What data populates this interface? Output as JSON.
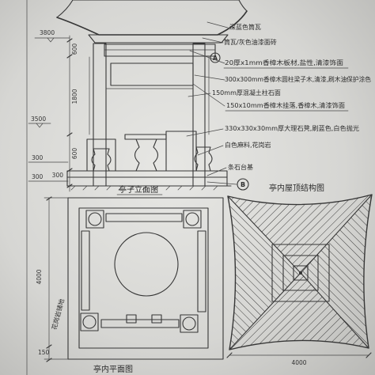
{
  "titles": {
    "elevation": "亭子立面图",
    "plan": "亭内平面图",
    "roof_plan": "亭内屋顶结构图"
  },
  "callouts": {
    "a": "A",
    "b": "B"
  },
  "notes": [
    "深蓝色筒瓦",
    "筒瓦/灰色油漆面砖",
    "20厚x1mm香樟木板材,盐性,清漆饰面",
    "300x300mm香樟木圆柱梁子木,清漆,刷木油保护涂色",
    "150mm厚混凝土柱石面",
    "150x10mm香樟木挂落,香樟木,清漆饰面",
    "330x330x30mm厚大理石凳,刷蓝色,白色抛光",
    "白色麻料,花岗岩",
    "条石台基"
  ],
  "dimensions": {
    "top_level": "3800",
    "eave_height": "600",
    "column_height": "1800",
    "mid_level": "3500",
    "rail_height": "600",
    "level_a": "300",
    "level_b": "300",
    "base_height": "300",
    "plan_depth": "4000",
    "plan_edge": "150",
    "roof_width": "4000"
  },
  "plan_note": "花岗岩铺地"
}
